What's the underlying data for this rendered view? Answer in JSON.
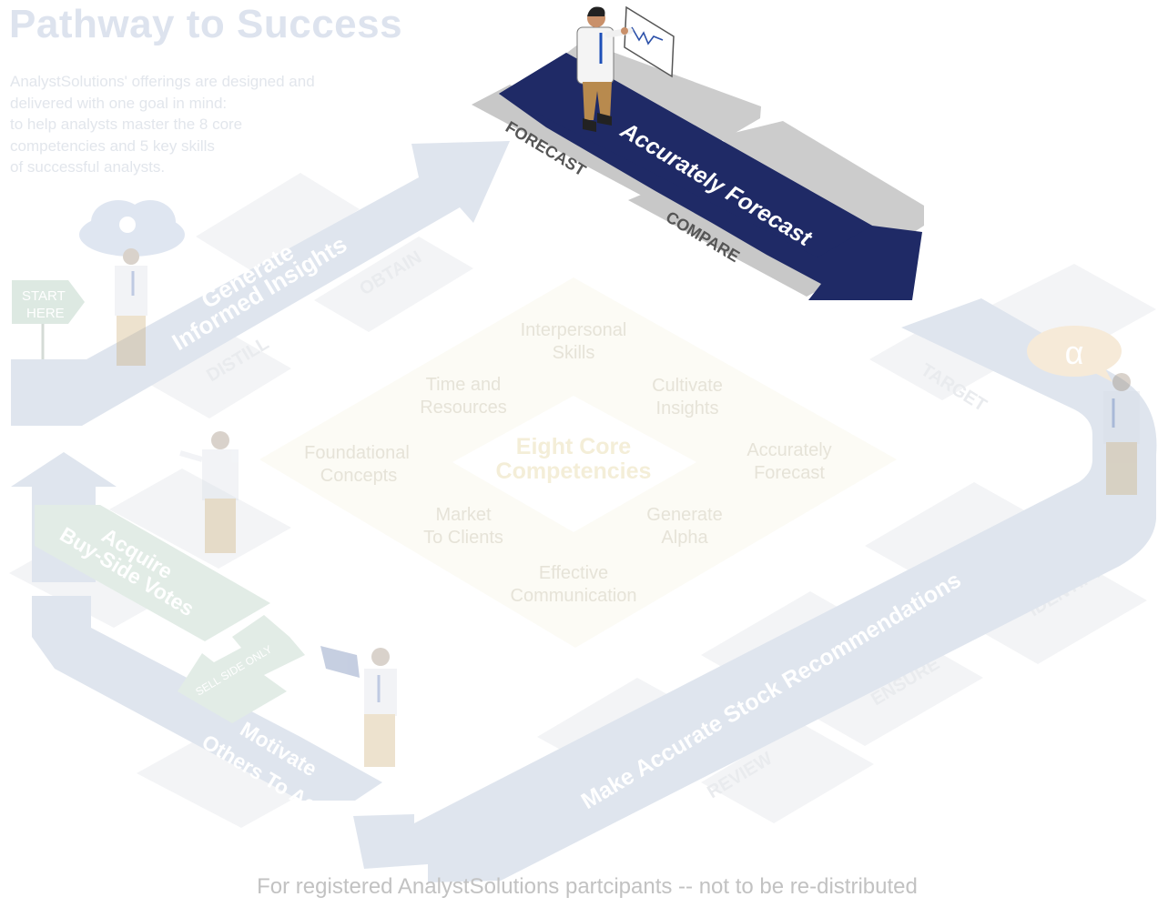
{
  "header": {
    "title": "Pathway to Success",
    "intro_lines": [
      "AnalystSolutions' offerings are designed and",
      "delivered with one goal in mind:",
      "to help analysts master the 8 core",
      "competencies and 5 key skills",
      "of successful analysts."
    ]
  },
  "start_sign": {
    "line1": "START",
    "line2": "HERE"
  },
  "alpha_symbol": "α",
  "stages": {
    "generate": {
      "line1": "Generate",
      "line2": "Informed Insights",
      "tiles": [
        "OBTAIN",
        "DISTILL"
      ]
    },
    "forecast": {
      "label": "Accurately Forecast",
      "tiles": [
        "FORECAST",
        "COMPARE"
      ]
    },
    "recommend": {
      "label": "Make Accurate Stock Recommendations",
      "tiles": [
        "TARGET",
        "IDENTIFY",
        "ENSURE",
        "REVIEW"
      ]
    },
    "motivate": {
      "line1": "Motivate",
      "line2": "Others To Act"
    },
    "acquire": {
      "line1": "Acquire",
      "line2": "Buy-Side Votes"
    },
    "sell_side": "SELL SIDE ONLY"
  },
  "competencies": {
    "center": {
      "line1": "Eight Core",
      "line2": "Competencies"
    },
    "items": [
      {
        "line1": "Interpersonal",
        "line2": "Skills"
      },
      {
        "line1": "Time and",
        "line2": "Resources"
      },
      {
        "line1": "Cultivate",
        "line2": "Insights"
      },
      {
        "line1": "Foundational",
        "line2": "Concepts"
      },
      {
        "line1": "Accurately",
        "line2": "Forecast"
      },
      {
        "line1": "Market",
        "line2": "To Clients"
      },
      {
        "line1": "Generate",
        "line2": "Alpha"
      },
      {
        "line1": "Effective",
        "line2": "Communication"
      }
    ]
  },
  "footer": "For registered AnalystSolutions partcipants -- not to be re-distributed",
  "colors": {
    "active_navy": "#1f2a66",
    "faded_blue": "#dfe5ee",
    "faded_green": "#e2ece6",
    "tile_gray": "#c8c8c8",
    "faded_tile": "#f1f2f4",
    "beige": "#fbfaf4"
  }
}
